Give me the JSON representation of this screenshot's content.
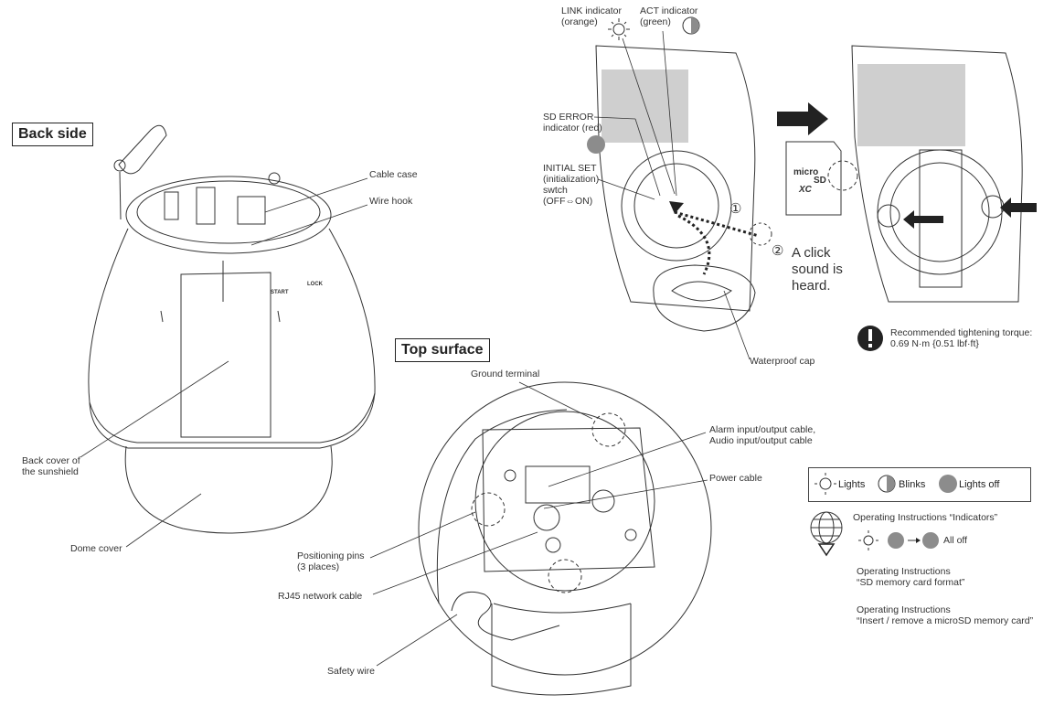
{
  "sections": {
    "back_side": "Back side",
    "top_surface": "Top surface"
  },
  "back_labels": {
    "cable_case": "Cable case",
    "wire_hook": "Wire hook",
    "back_cover": "Back cover of\nthe sunshield",
    "dome_cover": "Dome cover"
  },
  "top_labels": {
    "ground_terminal": "Ground terminal",
    "alarm_cable": "Alarm input/output cable,\nAudio input/output cable",
    "power_cable": "Power cable",
    "positioning_pins": "Positioning pins\n(3 places)",
    "rj45": "RJ45 network cable",
    "safety_wire": "Safety wire"
  },
  "indicators": {
    "link": "LINK indicator\n(orange)",
    "act": "ACT indicator\n(green)",
    "sd_error": "SD ERROR\nindicator (red)",
    "initial_set": "INITIAL SET\n(initialization)\nswtch\n(OFF⇔ON)",
    "waterproof_cap": "Waterproof cap",
    "step1": "①",
    "step2": "②",
    "click_text": "A click\nsound is\nheard."
  },
  "torque": {
    "text": "Recommended tightening torque:\n0.69 N·m {0.51 lbf·ft}"
  },
  "legend": {
    "lights": "Lights",
    "blinks": "Blinks",
    "lights_off": "Lights off"
  },
  "references": {
    "indicators": "Operating Instructions “Indicators”",
    "all_off": "All off",
    "sd_format": "Operating Instructions\n“SD memory card format”",
    "insert_remove": "Operating Instructions\n“Insert / remove a microSD memory card”"
  },
  "device_marks": {
    "start": "START",
    "lock": "LOCK",
    "micro": "micro",
    "sd": "SD",
    "xc": "XC"
  },
  "colors": {
    "indicator_off": "#8c8c8c",
    "arrow": "#222222"
  }
}
